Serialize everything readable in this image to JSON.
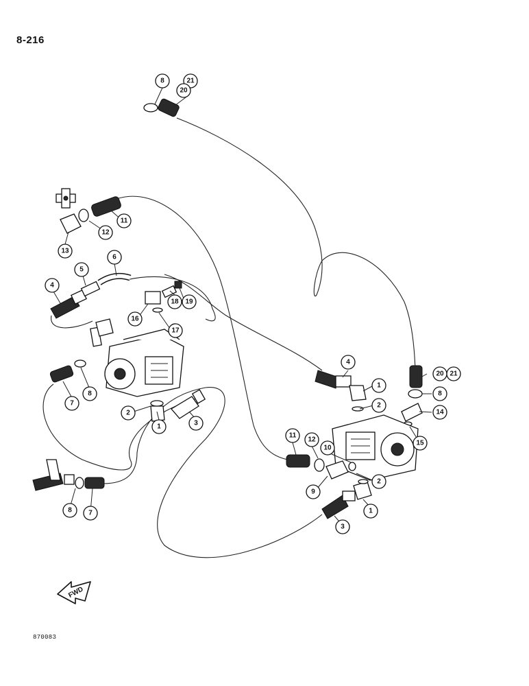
{
  "page": {
    "page_number": "8-216",
    "figure_id": "870083",
    "direction_label": "FWD"
  },
  "callouts": [
    {
      "id": "c-8-a",
      "label": "8"
    },
    {
      "id": "c-21-a",
      "label": "21"
    },
    {
      "id": "c-20-a",
      "label": "20"
    },
    {
      "id": "c-11-a",
      "label": "11"
    },
    {
      "id": "c-12-a",
      "label": "12"
    },
    {
      "id": "c-13",
      "label": "13"
    },
    {
      "id": "c-6",
      "label": "6"
    },
    {
      "id": "c-5",
      "label": "5"
    },
    {
      "id": "c-4-a",
      "label": "4"
    },
    {
      "id": "c-18",
      "label": "18"
    },
    {
      "id": "c-19",
      "label": "19"
    },
    {
      "id": "c-16",
      "label": "16"
    },
    {
      "id": "c-17",
      "label": "17"
    },
    {
      "id": "c-7-a",
      "label": "7"
    },
    {
      "id": "c-8-b",
      "label": "8"
    },
    {
      "id": "c-2-a",
      "label": "2"
    },
    {
      "id": "c-3-a",
      "label": "3"
    },
    {
      "id": "c-1-a",
      "label": "1"
    },
    {
      "id": "c-4-b",
      "label": "4"
    },
    {
      "id": "c-1-b",
      "label": "1"
    },
    {
      "id": "c-2-b",
      "label": "2"
    },
    {
      "id": "c-20-b",
      "label": "20"
    },
    {
      "id": "c-21-b",
      "label": "21"
    },
    {
      "id": "c-8-c",
      "label": "8"
    },
    {
      "id": "c-14",
      "label": "14"
    },
    {
      "id": "c-15",
      "label": "15"
    },
    {
      "id": "c-11-b",
      "label": "11"
    },
    {
      "id": "c-12-b",
      "label": "12"
    },
    {
      "id": "c-10",
      "label": "10"
    },
    {
      "id": "c-2-c",
      "label": "2"
    },
    {
      "id": "c-9",
      "label": "9"
    },
    {
      "id": "c-1-c",
      "label": "1"
    },
    {
      "id": "c-3-b",
      "label": "3"
    },
    {
      "id": "c-8-d",
      "label": "8"
    },
    {
      "id": "c-7-b",
      "label": "7"
    }
  ]
}
